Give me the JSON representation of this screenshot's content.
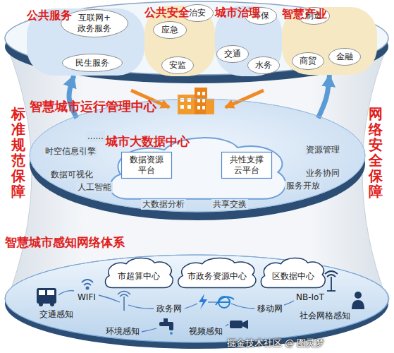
{
  "diagram": {
    "nodes": [
      {
        "text": [
          "公共服务"
        ]
      },
      {
        "text": [
          "互联网+ 政务服务"
        ],
        "in": 0
      },
      {
        "text": [
          "民生服务"
        ],
        "in": 0
      },
      {
        "text": [
          "公共安全"
        ]
      },
      {
        "text": [
          "应急"
        ],
        "in": 3
      },
      {
        "text": [
          "治安"
        ],
        "in": 3
      },
      {
        "text": [
          "安监"
        ],
        "in": 3
      },
      {
        "text": [
          "城市治理"
        ]
      },
      {
        "text": [
          "环保"
        ],
        "in": 7
      },
      {
        "text": [
          "交通"
        ],
        "in": 7
      },
      {
        "text": [
          "水务"
        ],
        "in": 7
      },
      {
        "text": [
          "智慧产业"
        ]
      },
      {
        "text": [
          "制造"
        ],
        "in": 11
      },
      {
        "text": [
          "商贸"
        ],
        "in": 11
      },
      {
        "text": [
          "金融"
        ],
        "in": 11
      },
      {
        "text": [
          "智慧城市运行管理中心"
        ]
      },
      {
        "text": [
          "城市大数据中心"
        ],
        "in": 15
      },
      {
        "text": [
          "数据资源 平台"
        ],
        "in": 16
      },
      {
        "text": [
          "共性支撑 云平台"
        ],
        "in": 16
      },
      {
        "text": [
          "智慧城市感知网络体系"
        ]
      },
      {
        "text": [
          "市超算中心"
        ],
        "in": 19
      },
      {
        "text": [
          "市政务资源中心"
        ],
        "in": 19
      },
      {
        "text": [
          "区数据中心"
        ],
        "in": 19
      }
    ],
    "edges": [
      {
        "from": 17,
        "to": 18,
        "arrow": "both"
      },
      {
        "from": 15,
        "to": 0,
        "arrow": "to"
      },
      {
        "from": 15,
        "to": 11,
        "arrow": "to"
      }
    ],
    "labels": [
      "......",
      "时空信息引擎",
      "数据可视化",
      "人工智能",
      "大数据分析",
      "共享交换",
      "服务开放",
      "业务协同",
      "资源管理",
      "标准规范保障",
      "网络安全保障",
      "WIFI",
      "政务网",
      "移动网",
      "NB-IoT",
      "交通感知",
      "环境感知",
      "视频感知",
      "社会网格感知",
      "掘金技术社区 @ 图灵梦"
    ]
  }
}
